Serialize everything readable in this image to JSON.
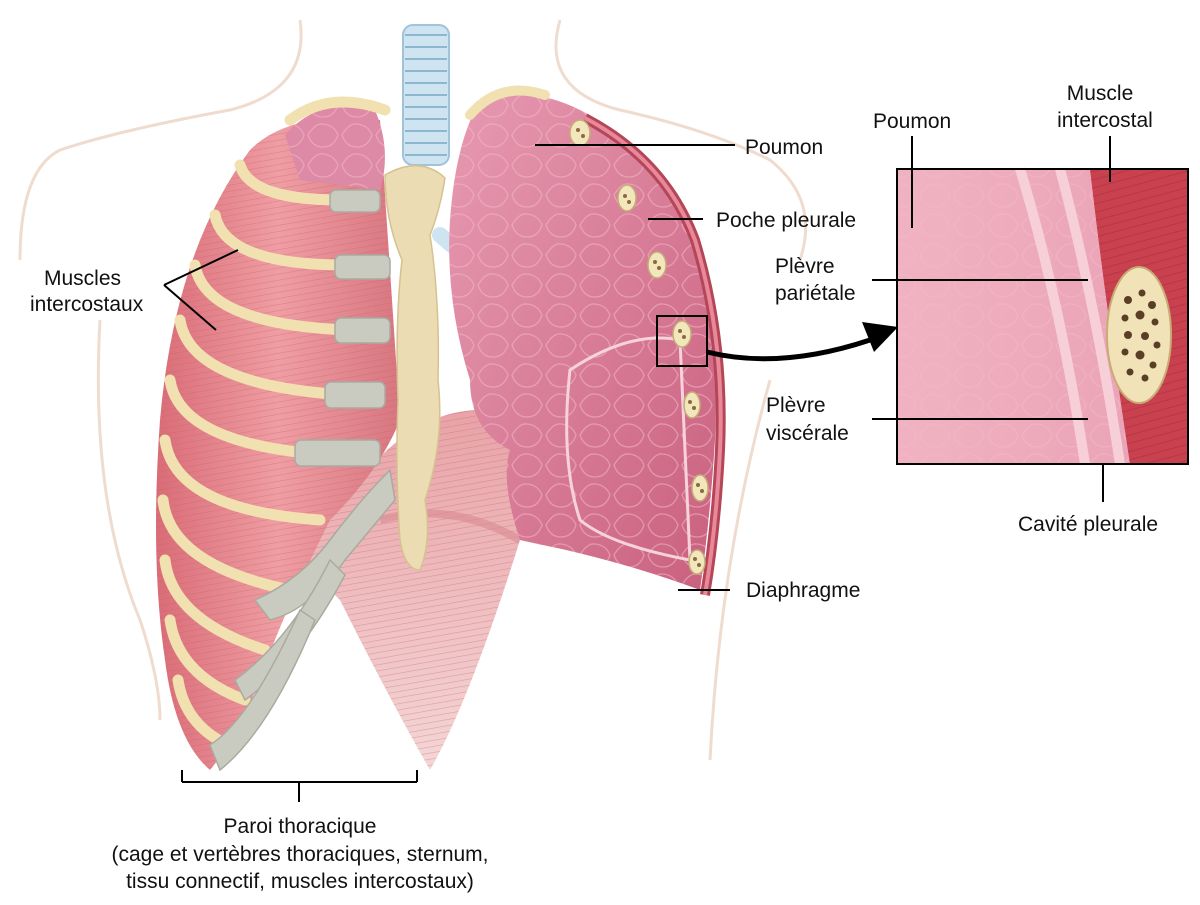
{
  "colors": {
    "muscle": "#e27f86",
    "muscle_dark": "#c25b64",
    "rib": "#f1e0b0",
    "cartilage": "#c9cbc0",
    "lung": "#d97a98",
    "lung_light": "#eaa8bd",
    "body_outline": "#f0ddd2",
    "trachea": "#bcd8ea",
    "sternum": "#ecdcb3",
    "bone": "#f2e6bd",
    "line": "#000000"
  },
  "labels": {
    "poumon_main": "Poumon",
    "poche_pleurale": "Poche pleurale",
    "muscles_intercostaux": [
      "Muscles",
      "intercostaux"
    ],
    "diaphragme": "Diaphragme",
    "paroi_thoracique": [
      "Paroi thoracique",
      "(cage et vertèbres thoraciques, sternum,",
      "tissu connectif, muscles intercostaux)"
    ],
    "inset_poumon": "Poumon",
    "muscle_intercostal": [
      "Muscle",
      "intercostal"
    ],
    "plevre_parietale": [
      "Plèvre",
      "pariétale"
    ],
    "plevre_viscerale": [
      "Plèvre",
      "viscérale"
    ],
    "cavite_pleurale": "Cavité pleurale"
  },
  "icons": {
    "zoom_arrow": "curved-arrow-icon",
    "zoom_box": "magnify-box-icon"
  }
}
